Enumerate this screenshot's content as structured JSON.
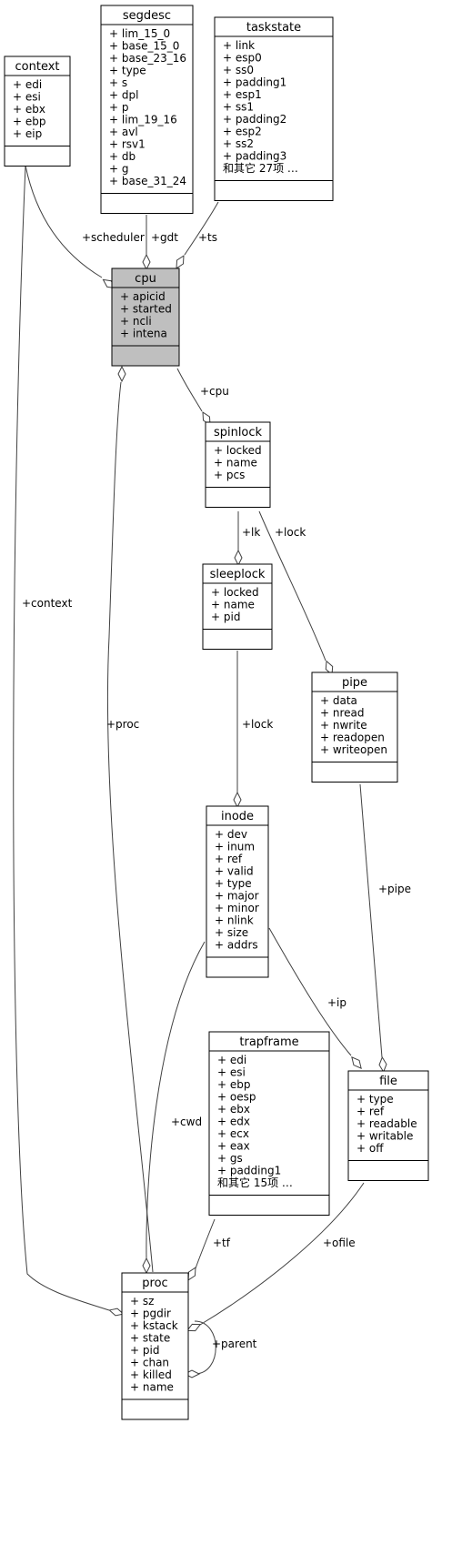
{
  "classes": [
    {
      "id": "context",
      "title": "context",
      "fields": [
        "+ edi",
        "+ esi",
        "+ ebx",
        "+ ebp",
        "+ eip"
      ]
    },
    {
      "id": "segdesc",
      "title": "segdesc",
      "fields": [
        "+ lim_15_0",
        "+ base_15_0",
        "+ base_23_16",
        "+ type",
        "+ s",
        "+ dpl",
        "+ p",
        "+ lim_19_16",
        "+ avl",
        "+ rsv1",
        "+ db",
        "+ g",
        "+ base_31_24"
      ]
    },
    {
      "id": "taskstate",
      "title": "taskstate",
      "fields": [
        "+ link",
        "+ esp0",
        "+ ss0",
        "+ padding1",
        "+ esp1",
        "+ ss1",
        "+ padding2",
        "+ esp2",
        "+ ss2",
        "+ padding3",
        "和其它 27项 …"
      ]
    },
    {
      "id": "cpu",
      "title": "cpu",
      "fields": [
        "+ apicid",
        "+ started",
        "+ ncli",
        "+ intena"
      ],
      "highlight": true
    },
    {
      "id": "spinlock",
      "title": "spinlock",
      "fields": [
        "+ locked",
        "+ name",
        "+ pcs"
      ]
    },
    {
      "id": "sleeplock",
      "title": "sleeplock",
      "fields": [
        "+ locked",
        "+ name",
        "+ pid"
      ]
    },
    {
      "id": "pipe",
      "title": "pipe",
      "fields": [
        "+ data",
        "+ nread",
        "+ nwrite",
        "+ readopen",
        "+ writeopen"
      ]
    },
    {
      "id": "inode",
      "title": "inode",
      "fields": [
        "+ dev",
        "+ inum",
        "+ ref",
        "+ valid",
        "+ type",
        "+ major",
        "+ minor",
        "+ nlink",
        "+ size",
        "+ addrs"
      ]
    },
    {
      "id": "trapframe",
      "title": "trapframe",
      "fields": [
        "+ edi",
        "+ esi",
        "+ ebp",
        "+ oesp",
        "+ ebx",
        "+ edx",
        "+ ecx",
        "+ eax",
        "+ gs",
        "+ padding1",
        "和其它 15项 …"
      ]
    },
    {
      "id": "file",
      "title": "file",
      "fields": [
        "+ type",
        "+ ref",
        "+ readable",
        "+ writable",
        "+ off"
      ]
    },
    {
      "id": "proc",
      "title": "proc",
      "fields": [
        "+ sz",
        "+ pgdir",
        "+ kstack",
        "+ state",
        "+ pid",
        "+ chan",
        "+ killed",
        "+ name"
      ]
    }
  ],
  "relations": [
    {
      "id": "scheduler",
      "label": "+scheduler",
      "from": "context",
      "to": "cpu"
    },
    {
      "id": "gdt",
      "label": "+gdt",
      "from": "segdesc",
      "to": "cpu"
    },
    {
      "id": "ts",
      "label": "+ts",
      "from": "taskstate",
      "to": "cpu"
    },
    {
      "id": "cpu",
      "label": "+cpu",
      "from": "cpu",
      "to": "spinlock"
    },
    {
      "id": "lk",
      "label": "+lk",
      "from": "spinlock",
      "to": "sleeplock"
    },
    {
      "id": "pipelock",
      "label": "+lock",
      "from": "spinlock",
      "to": "pipe"
    },
    {
      "id": "inodelock",
      "label": "+lock",
      "from": "sleeplock",
      "to": "inode"
    },
    {
      "id": "context",
      "label": "+context",
      "from": "context",
      "to": "proc"
    },
    {
      "id": "proc",
      "label": "+proc",
      "from": "proc",
      "to": "cpu"
    },
    {
      "id": "pipe",
      "label": "+pipe",
      "from": "pipe",
      "to": "file"
    },
    {
      "id": "ip",
      "label": "+ip",
      "from": "inode",
      "to": "file"
    },
    {
      "id": "cwd",
      "label": "+cwd",
      "from": "inode",
      "to": "proc"
    },
    {
      "id": "tf",
      "label": "+tf",
      "from": "trapframe",
      "to": "proc"
    },
    {
      "id": "ofile",
      "label": "+ofile",
      "from": "file",
      "to": "proc"
    },
    {
      "id": "parent",
      "label": "+parent",
      "from": "proc",
      "to": "proc"
    }
  ]
}
